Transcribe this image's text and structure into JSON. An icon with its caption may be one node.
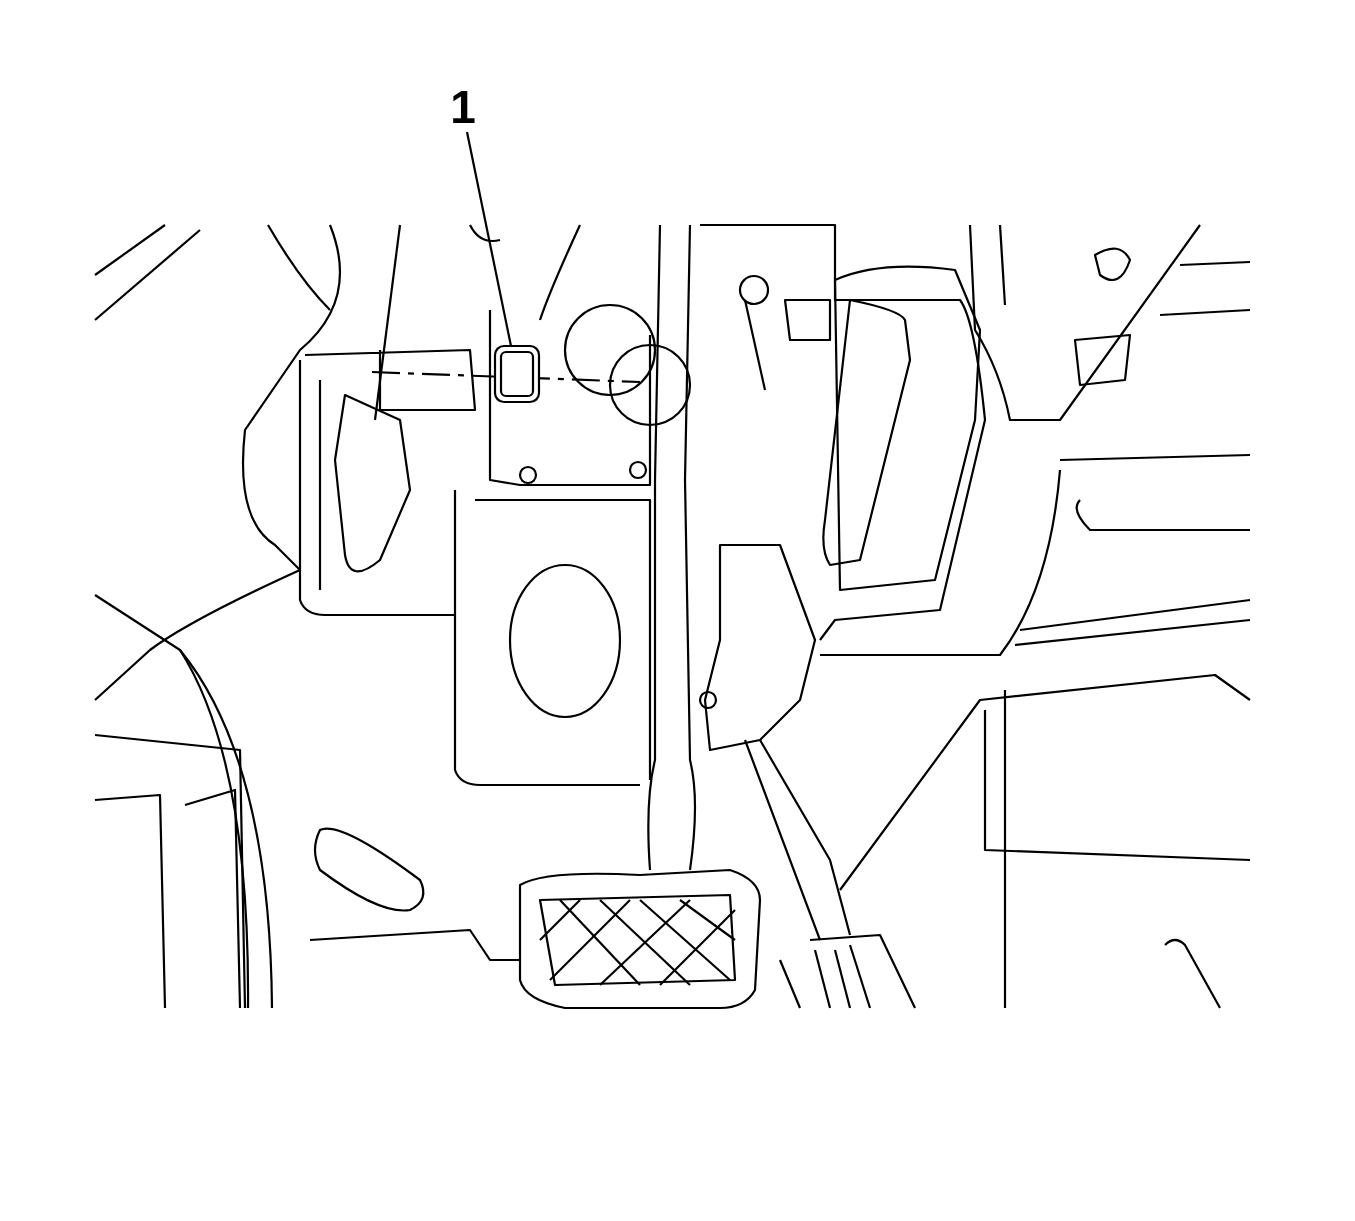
{
  "diagram": {
    "nodes": [
      {
        "text": [
          "1"
        ]
      },
      {
        "text": [],
        "shape": "picture"
      }
    ],
    "edges": [
      {
        "from": 0,
        "to": 1,
        "arrow": "none"
      }
    ]
  }
}
